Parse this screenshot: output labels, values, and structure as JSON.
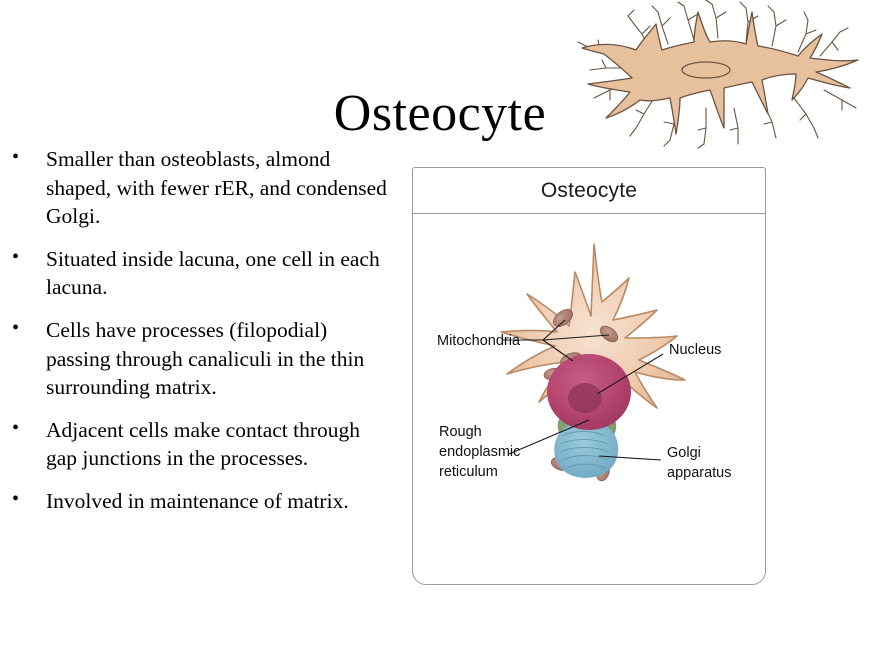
{
  "slide": {
    "title": "Osteocyte",
    "background_color": "#ffffff",
    "text_color": "#000000"
  },
  "bullets": [
    {
      "marker": "•",
      "text": "Smaller than osteoblasts, almond shaped, with fewer rER, and condensed Golgi."
    },
    {
      "marker": "•",
      "text": "Situated inside lacuna, one cell in each lacuna."
    },
    {
      "marker": "•",
      "text": "Cells have processes (filopodial) passing through canaliculi in the thin surrounding matrix."
    },
    {
      "marker": "•",
      "text": "Adjacent cells make contact through gap junctions in the processes."
    },
    {
      "marker": "•",
      "text": "Involved in maintenance of matrix."
    }
  ],
  "diagram": {
    "panel_title": "Osteocyte",
    "border_color": "#9a9a9a",
    "labels": {
      "mitochondria": "Mitochondria",
      "nucleus": "Nucleus",
      "rough_er_line1": "Rough",
      "rough_er_line2": "endoplasmic",
      "rough_er_line3": "reticulum",
      "golgi_line1": "Golgi",
      "golgi_line2": "apparatus"
    },
    "colors": {
      "cytoplasm": "#eec6ab",
      "cytoplasm_outline": "#b98a63",
      "nucleus": "#b4456f",
      "nucleolus": "#8e3457",
      "rough_er": "#6f8f5a",
      "golgi": "#79b3cb",
      "mitochondria": "#b08070",
      "leader_line": "#1a1a1a"
    }
  },
  "decoration": {
    "name": "osteocyte-in-lacuna-illustration",
    "colors": {
      "body": "#e7c09e",
      "outline": "#6a5440",
      "lacuna": "#e7c09e"
    }
  }
}
